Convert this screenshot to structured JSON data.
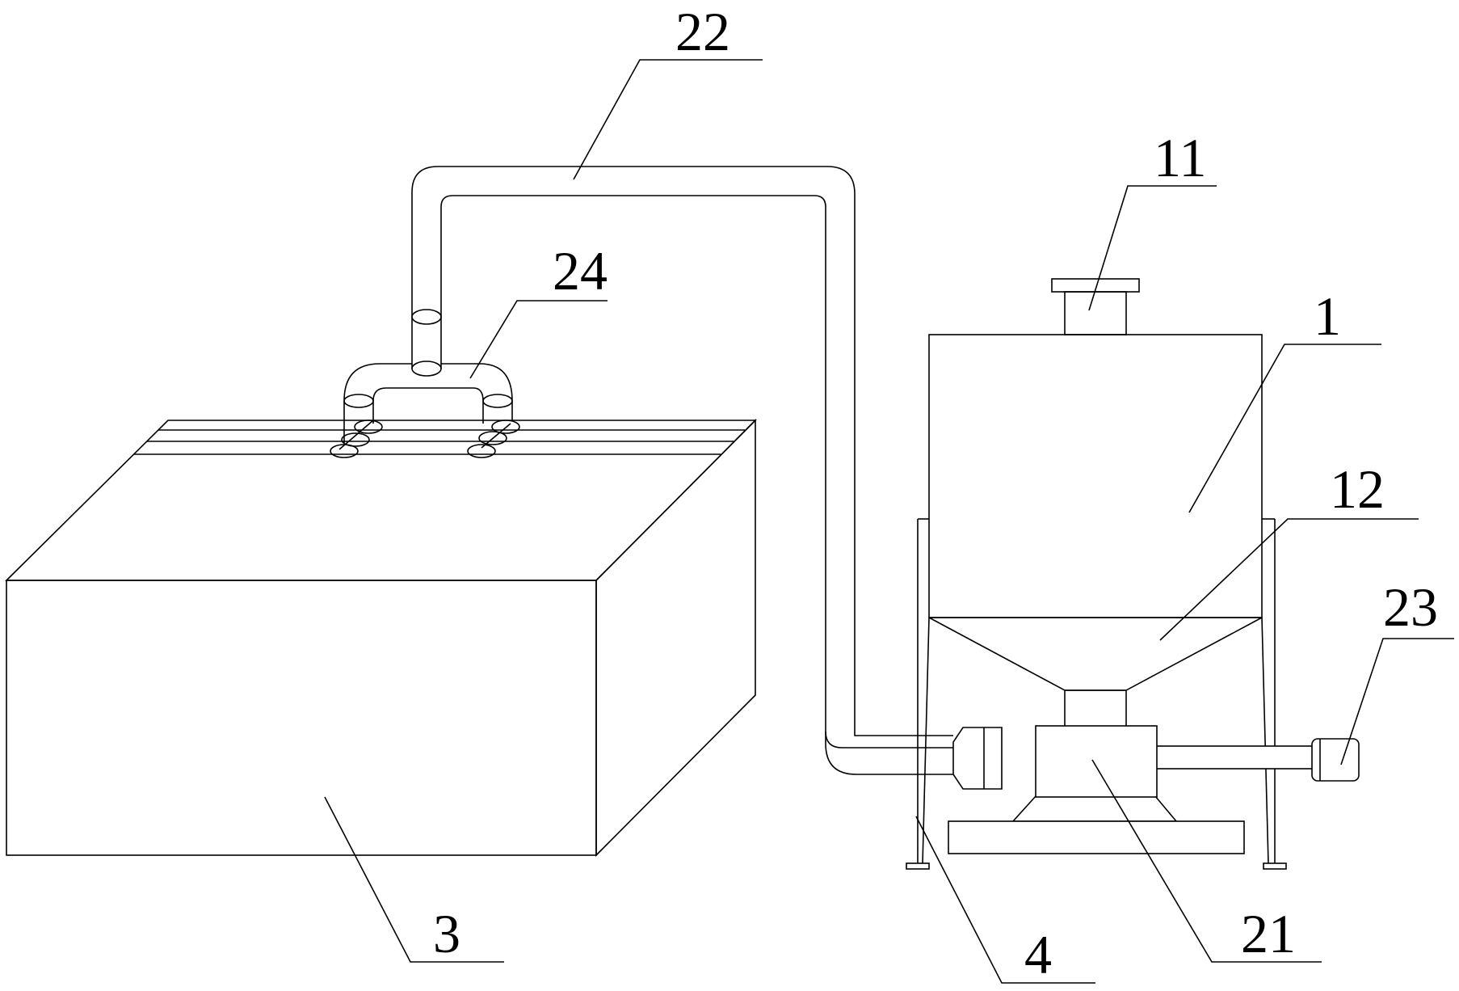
{
  "labels": {
    "l1": "1",
    "l11": "11",
    "l12": "12",
    "l21": "21",
    "l22": "22",
    "l23": "23",
    "l24": "24",
    "l3": "3",
    "l4": "4"
  },
  "colors": {
    "line": "#000000",
    "background": "#ffffff"
  }
}
